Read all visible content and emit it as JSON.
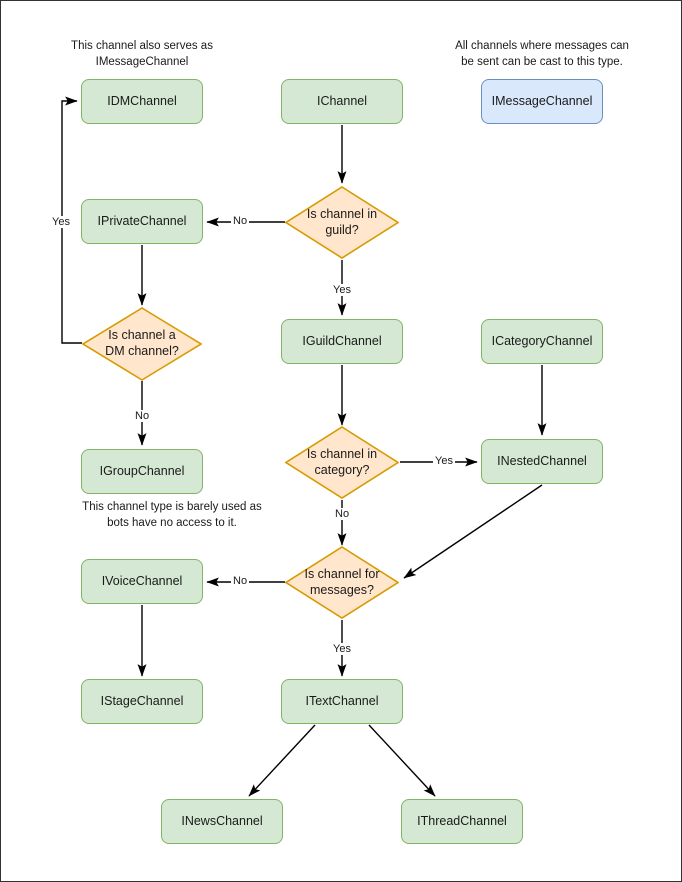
{
  "diagram": {
    "title": "Discord.Net channel interface hierarchy flowchart",
    "colors": {
      "green_fill": "#d5e8d4",
      "green_stroke": "#82b366",
      "blue_fill": "#dae8fc",
      "blue_stroke": "#6c8ebf",
      "orange_fill": "#ffe6cc",
      "orange_stroke": "#d79b00",
      "edge_stroke": "#000000",
      "canvas_border": "#333333",
      "text": "#1a1a1a"
    },
    "nodes": [
      {
        "id": "idmchannel",
        "label": "IDMChannel",
        "kind": "process",
        "style": "green"
      },
      {
        "id": "ichannel",
        "label": "IChannel",
        "kind": "process",
        "style": "green"
      },
      {
        "id": "imessagechannel",
        "label": "IMessageChannel",
        "kind": "process",
        "style": "blue"
      },
      {
        "id": "iprivatechannel",
        "label": "IPrivateChannel",
        "kind": "process",
        "style": "green"
      },
      {
        "id": "isguild",
        "label": "Is channel in guild?",
        "kind": "decision",
        "style": "orange"
      },
      {
        "id": "isdm",
        "label": "Is channel a DM channel?",
        "kind": "decision",
        "style": "orange"
      },
      {
        "id": "iguildchannel",
        "label": "IGuildChannel",
        "kind": "process",
        "style": "green"
      },
      {
        "id": "icategorychannel",
        "label": "ICategoryChannel",
        "kind": "process",
        "style": "green"
      },
      {
        "id": "igroupchannel",
        "label": "IGroupChannel",
        "kind": "process",
        "style": "green"
      },
      {
        "id": "iscategory",
        "label": "Is channel in category?",
        "kind": "decision",
        "style": "orange"
      },
      {
        "id": "inestedchannel",
        "label": "INestedChannel",
        "kind": "process",
        "style": "green"
      },
      {
        "id": "ivoicechannel",
        "label": "IVoiceChannel",
        "kind": "process",
        "style": "green"
      },
      {
        "id": "ismessages",
        "label": "Is channel for messages?",
        "kind": "decision",
        "style": "orange"
      },
      {
        "id": "istagechannel",
        "label": "IStageChannel",
        "kind": "process",
        "style": "green"
      },
      {
        "id": "itextchannel",
        "label": "ITextChannel",
        "kind": "process",
        "style": "green"
      },
      {
        "id": "inewschannel",
        "label": "INewsChannel",
        "kind": "process",
        "style": "green"
      },
      {
        "id": "ithreadchannel",
        "label": "IThreadChannel",
        "kind": "process",
        "style": "green"
      }
    ],
    "node_labels": {
      "idmchannel": "IDMChannel",
      "ichannel": "IChannel",
      "imessagechannel": "IMessageChannel",
      "iprivatechannel": "IPrivateChannel",
      "isguild_line1": "Is channel in",
      "isguild_line2": "guild?",
      "isdm_line1": "Is channel a",
      "isdm_line2": "DM channel?",
      "iguildchannel": "IGuildChannel",
      "icategorychannel": "ICategoryChannel",
      "igroupchannel": "IGroupChannel",
      "iscategory_line1": "Is channel in",
      "iscategory_line2": "category?",
      "inestedchannel": "INestedChannel",
      "ivoicechannel": "IVoiceChannel",
      "ismessages_line1": "Is channel for",
      "ismessages_line2": "messages?",
      "istagechannel": "IStageChannel",
      "itextchannel": "ITextChannel",
      "inewschannel": "INewsChannel",
      "ithreadchannel": "IThreadChannel"
    },
    "captions": {
      "dm_note_line1": "This channel also serves as",
      "dm_note_line2": "IMessageChannel",
      "message_note_line1": "All channels where messages can",
      "message_note_line2": "be sent can be cast to this type.",
      "group_note_line1": "This channel type is barely used as",
      "group_note_line2": "bots have no access to it."
    },
    "edge_labels": {
      "guild_no": "No",
      "guild_yes": "Yes",
      "dm_yes": "Yes",
      "dm_no": "No",
      "category_yes": "Yes",
      "category_no": "No",
      "messages_no": "No",
      "messages_yes": "Yes"
    },
    "edges": [
      {
        "from": "ichannel",
        "to": "isguild",
        "label": ""
      },
      {
        "from": "isguild",
        "to": "iprivatechannel",
        "label": "No"
      },
      {
        "from": "isguild",
        "to": "iguildchannel",
        "label": "Yes"
      },
      {
        "from": "iprivatechannel",
        "to": "isdm",
        "label": ""
      },
      {
        "from": "isdm",
        "to": "idmchannel",
        "label": "Yes"
      },
      {
        "from": "isdm",
        "to": "igroupchannel",
        "label": "No"
      },
      {
        "from": "iguildchannel",
        "to": "iscategory",
        "label": ""
      },
      {
        "from": "iscategory",
        "to": "inestedchannel",
        "label": "Yes"
      },
      {
        "from": "iscategory",
        "to": "ismessages",
        "label": "No"
      },
      {
        "from": "icategorychannel",
        "to": "inestedchannel",
        "label": ""
      },
      {
        "from": "inestedchannel",
        "to": "ismessages",
        "label": ""
      },
      {
        "from": "ismessages",
        "to": "ivoicechannel",
        "label": "No"
      },
      {
        "from": "ismessages",
        "to": "itextchannel",
        "label": "Yes"
      },
      {
        "from": "ivoicechannel",
        "to": "istagechannel",
        "label": ""
      },
      {
        "from": "itextchannel",
        "to": "inewschannel",
        "label": ""
      },
      {
        "from": "itextchannel",
        "to": "ithreadchannel",
        "label": ""
      }
    ]
  }
}
